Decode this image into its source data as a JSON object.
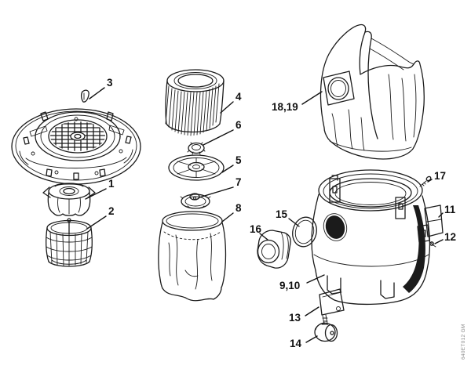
{
  "figure": {
    "code": "640ET012 GM"
  },
  "colors": {
    "background": "#ffffff",
    "line": "#1b1b1b",
    "label": "#111111",
    "code": "#8a8a8a"
  },
  "labels": {
    "p1": "1",
    "p2": "2",
    "p3": "3",
    "p4": "4",
    "p5": "5",
    "p6": "6",
    "p7": "7",
    "p8": "8",
    "p9_10": "9,10",
    "p11": "11",
    "p12": "12",
    "p13": "13",
    "p14": "14",
    "p15": "15",
    "p16": "16",
    "p17": "17",
    "p18_19": "18,19"
  }
}
